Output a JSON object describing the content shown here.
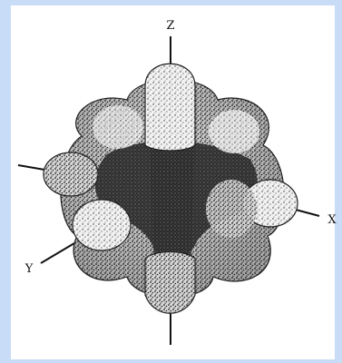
{
  "figure": {
    "axes": {
      "z_label": "Z",
      "x_label": "X",
      "y_label": "Y"
    },
    "colors": {
      "background": "#c9dcf7",
      "panel": "#ffffff",
      "ink": "#111111"
    }
  }
}
